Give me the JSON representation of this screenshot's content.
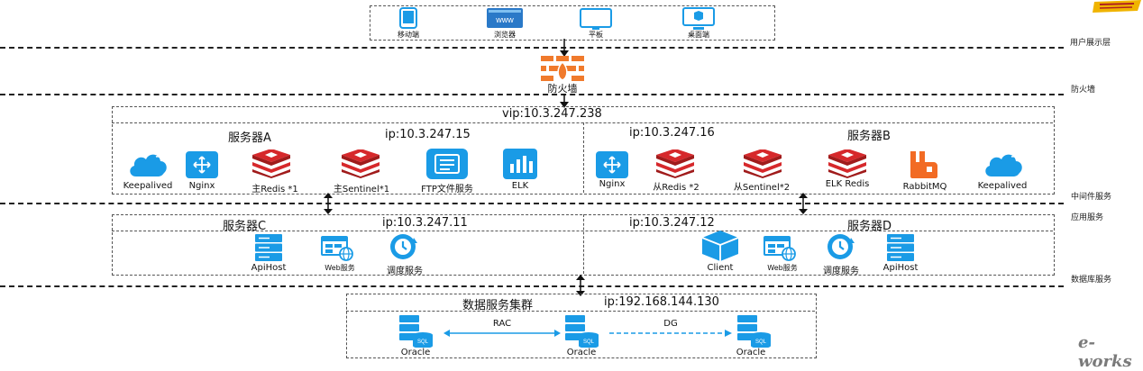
{
  "tiers": {
    "user_display": "用户展示层",
    "firewall": "防火墙",
    "middleware": "中间件服务",
    "app": "应用服务",
    "database": "数据库服务"
  },
  "clients": [
    "移动端",
    "浏览器",
    "平板",
    "桌面端"
  ],
  "browser_text": "www",
  "firewall_label": "防火墙",
  "vip": "vip:10.3.247.238",
  "server_a": {
    "title": "服务器A",
    "ip": "ip:10.3.247.15",
    "items": [
      "Keepalived",
      "Nginx",
      "主Redis *1",
      "主Sentinel*1",
      "FTP文件服务",
      "ELK"
    ]
  },
  "server_b": {
    "title": "服务器B",
    "ip": "ip:10.3.247.16",
    "items": [
      "Nginx",
      "从Redis *2",
      "从Sentinel*2",
      "ELK Redis",
      "RabbitMQ",
      "Keepalived"
    ]
  },
  "server_c": {
    "title": "服务器C",
    "ip": "ip:10.3.247.11",
    "items": [
      "ApiHost",
      "Web服务",
      "调度服务"
    ]
  },
  "server_d": {
    "title": "服务器D",
    "ip": "ip:10.3.247.12",
    "items": [
      "Client",
      "Web服务",
      "调度服务",
      "ApiHost"
    ]
  },
  "db_cluster": {
    "title": "数据服务集群",
    "ip": "ip:192.168.144.130",
    "nodes": [
      "Oracle",
      "Oracle",
      "Oracle"
    ],
    "links": [
      "RAC",
      "DG"
    ],
    "sql": "SQL"
  },
  "watermark": "e-works",
  "colors": {
    "accent": "#1a9be6",
    "redis": "#d6282b",
    "firewall": "#f07a2c",
    "rabbit": "#f26b24"
  }
}
